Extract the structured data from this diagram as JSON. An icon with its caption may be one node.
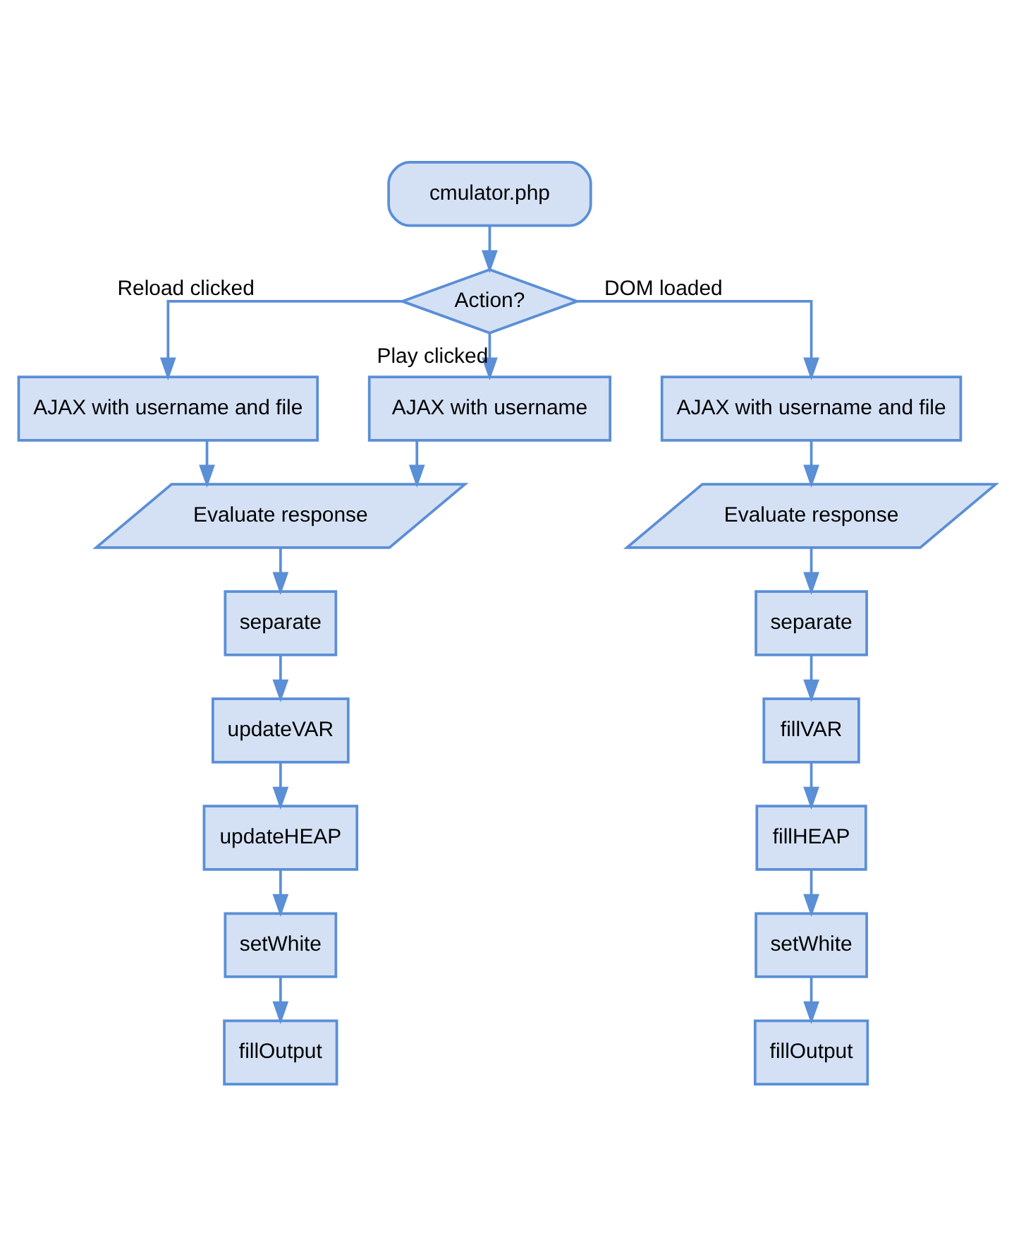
{
  "diagram": {
    "nodes": [
      {
        "text": [
          "cmulator.php"
        ]
      },
      {
        "text": [
          "Action?"
        ]
      },
      {
        "text": [
          "AJAX with username and file"
        ]
      },
      {
        "text": [
          "AJAX with username"
        ]
      },
      {
        "text": [
          "AJAX with username and file"
        ]
      },
      {
        "text": [
          "Evaluate response"
        ]
      },
      {
        "text": [
          "separate"
        ]
      },
      {
        "text": [
          "updateVAR"
        ]
      },
      {
        "text": [
          "updateHEAP"
        ]
      },
      {
        "text": [
          "setWhite"
        ]
      },
      {
        "text": [
          "fillOutput"
        ]
      },
      {
        "text": [
          "Evaluate response"
        ]
      },
      {
        "text": [
          "separate"
        ]
      },
      {
        "text": [
          "fillVAR"
        ]
      },
      {
        "text": [
          "fillHEAP"
        ]
      },
      {
        "text": [
          "setWhite"
        ]
      },
      {
        "text": [
          "fillOutput"
        ]
      }
    ],
    "edges": [
      {
        "from": 0,
        "to": 1,
        "arrow": "to"
      },
      {
        "from": 1,
        "to": 2,
        "arrow": "to",
        "label": "Reload clicked"
      },
      {
        "from": 1,
        "to": 3,
        "arrow": "to",
        "label": "Play clicked"
      },
      {
        "from": 1,
        "to": 4,
        "arrow": "to",
        "label": "DOM loaded"
      },
      {
        "from": 2,
        "to": 5,
        "arrow": "to"
      },
      {
        "from": 3,
        "to": 5,
        "arrow": "to"
      },
      {
        "from": 5,
        "to": 6,
        "arrow": "to"
      },
      {
        "from": 6,
        "to": 7,
        "arrow": "to"
      },
      {
        "from": 7,
        "to": 8,
        "arrow": "to"
      },
      {
        "from": 8,
        "to": 9,
        "arrow": "to"
      },
      {
        "from": 9,
        "to": 10,
        "arrow": "to"
      },
      {
        "from": 4,
        "to": 11,
        "arrow": "to"
      },
      {
        "from": 11,
        "to": 12,
        "arrow": "to"
      },
      {
        "from": 12,
        "to": 13,
        "arrow": "to"
      },
      {
        "from": 13,
        "to": 14,
        "arrow": "to"
      },
      {
        "from": 14,
        "to": 15,
        "arrow": "to"
      },
      {
        "from": 15,
        "to": 16,
        "arrow": "to"
      }
    ]
  }
}
